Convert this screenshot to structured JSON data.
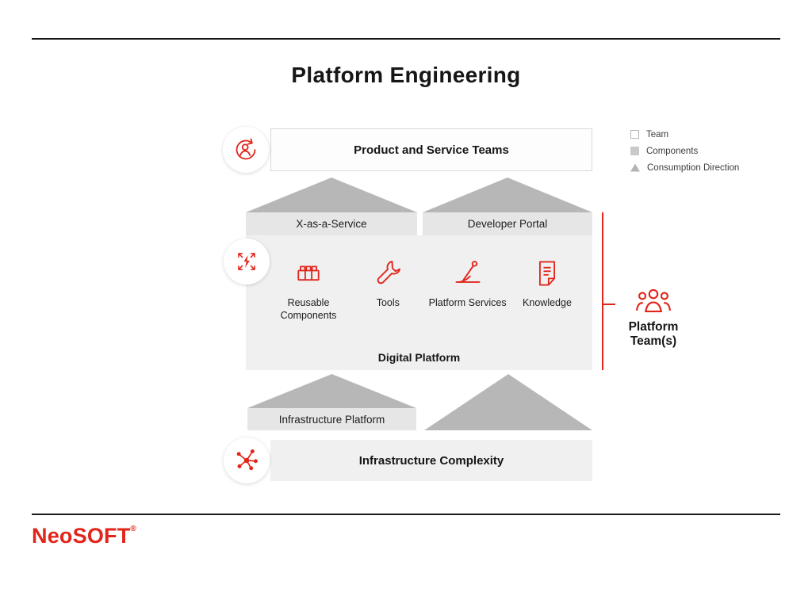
{
  "title": "Platform Engineering",
  "colors": {
    "accent_red": "#e1251b",
    "triangle_gray": "#b7b7b7",
    "band_gray": "#e6e6e6",
    "panel_gray": "#f0f0f0"
  },
  "legend": {
    "items": [
      {
        "icon": "team-square-outline-icon",
        "label": "Team"
      },
      {
        "icon": "components-square-filled-icon",
        "label": "Components"
      },
      {
        "icon": "consumption-direction-triangle-icon",
        "label": "Consumption Direction"
      }
    ]
  },
  "product_teams": {
    "icon": "user-cycle-icon",
    "label": "Product and Service Teams"
  },
  "service_bands": {
    "xaas": "X-as-a-Service",
    "developer_portal": "Developer Portal"
  },
  "digital_platform": {
    "icon": "arrows-bolt-icon",
    "label": "Digital Platform",
    "items": [
      {
        "icon": "brick-icon",
        "label": "Reusable Components"
      },
      {
        "icon": "wrench-icon",
        "label": "Tools"
      },
      {
        "icon": "lever-icon",
        "label": "Platform Services"
      },
      {
        "icon": "document-icon",
        "label": "Knowledge"
      }
    ]
  },
  "platform_team": {
    "icon": "people-icon",
    "label": "Platform Team(s)"
  },
  "infrastructure": {
    "icon": "network-icon",
    "platform_band": "Infrastructure Platform",
    "complexity": "Infrastructure Complexity"
  },
  "logo": {
    "part1": "Neo",
    "part2": "SOFT",
    "registered": "®"
  }
}
